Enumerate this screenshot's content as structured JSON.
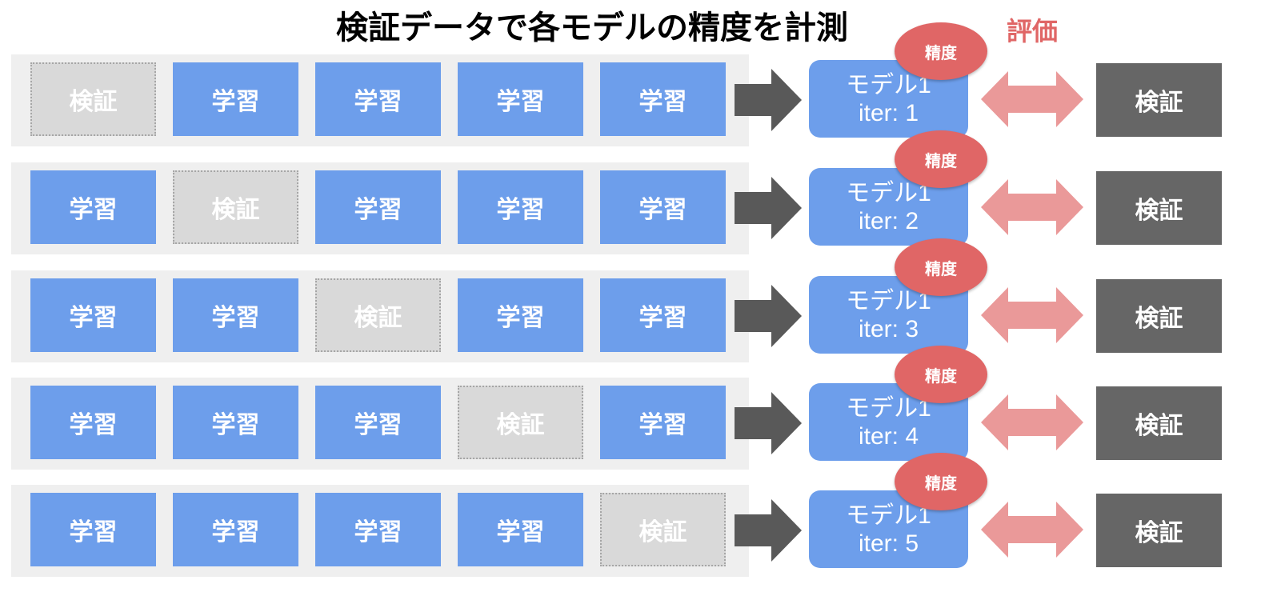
{
  "title": "検証データで各モデルの精度を計測",
  "eval_label": "評価",
  "labels": {
    "train": "学習",
    "valid": "検証",
    "accuracy": "精度",
    "model": "モデル1"
  },
  "colors": {
    "train": "#6d9eeb",
    "valid": "#d9d9d9",
    "accent": "#e06666",
    "arrow": "#595959",
    "dbl_arrow": "#ea9999",
    "result": "#666666"
  },
  "rows": [
    {
      "folds": [
        "検証",
        "学習",
        "学習",
        "学習",
        "学習"
      ],
      "model": "モデル1",
      "iter": "iter: 1",
      "accuracy": "精度",
      "result": "検証"
    },
    {
      "folds": [
        "学習",
        "検証",
        "学習",
        "学習",
        "学習"
      ],
      "model": "モデル1",
      "iter": "iter: 2",
      "accuracy": "精度",
      "result": "検証"
    },
    {
      "folds": [
        "学習",
        "学習",
        "検証",
        "学習",
        "学習"
      ],
      "model": "モデル1",
      "iter": "iter: 3",
      "accuracy": "精度",
      "result": "検証"
    },
    {
      "folds": [
        "学習",
        "学習",
        "学習",
        "検証",
        "学習"
      ],
      "model": "モデル1",
      "iter": "iter: 4",
      "accuracy": "精度",
      "result": "検証"
    },
    {
      "folds": [
        "学習",
        "学習",
        "学習",
        "学習",
        "検証"
      ],
      "model": "モデル1",
      "iter": "iter: 5",
      "accuracy": "精度",
      "result": "検証"
    }
  ]
}
